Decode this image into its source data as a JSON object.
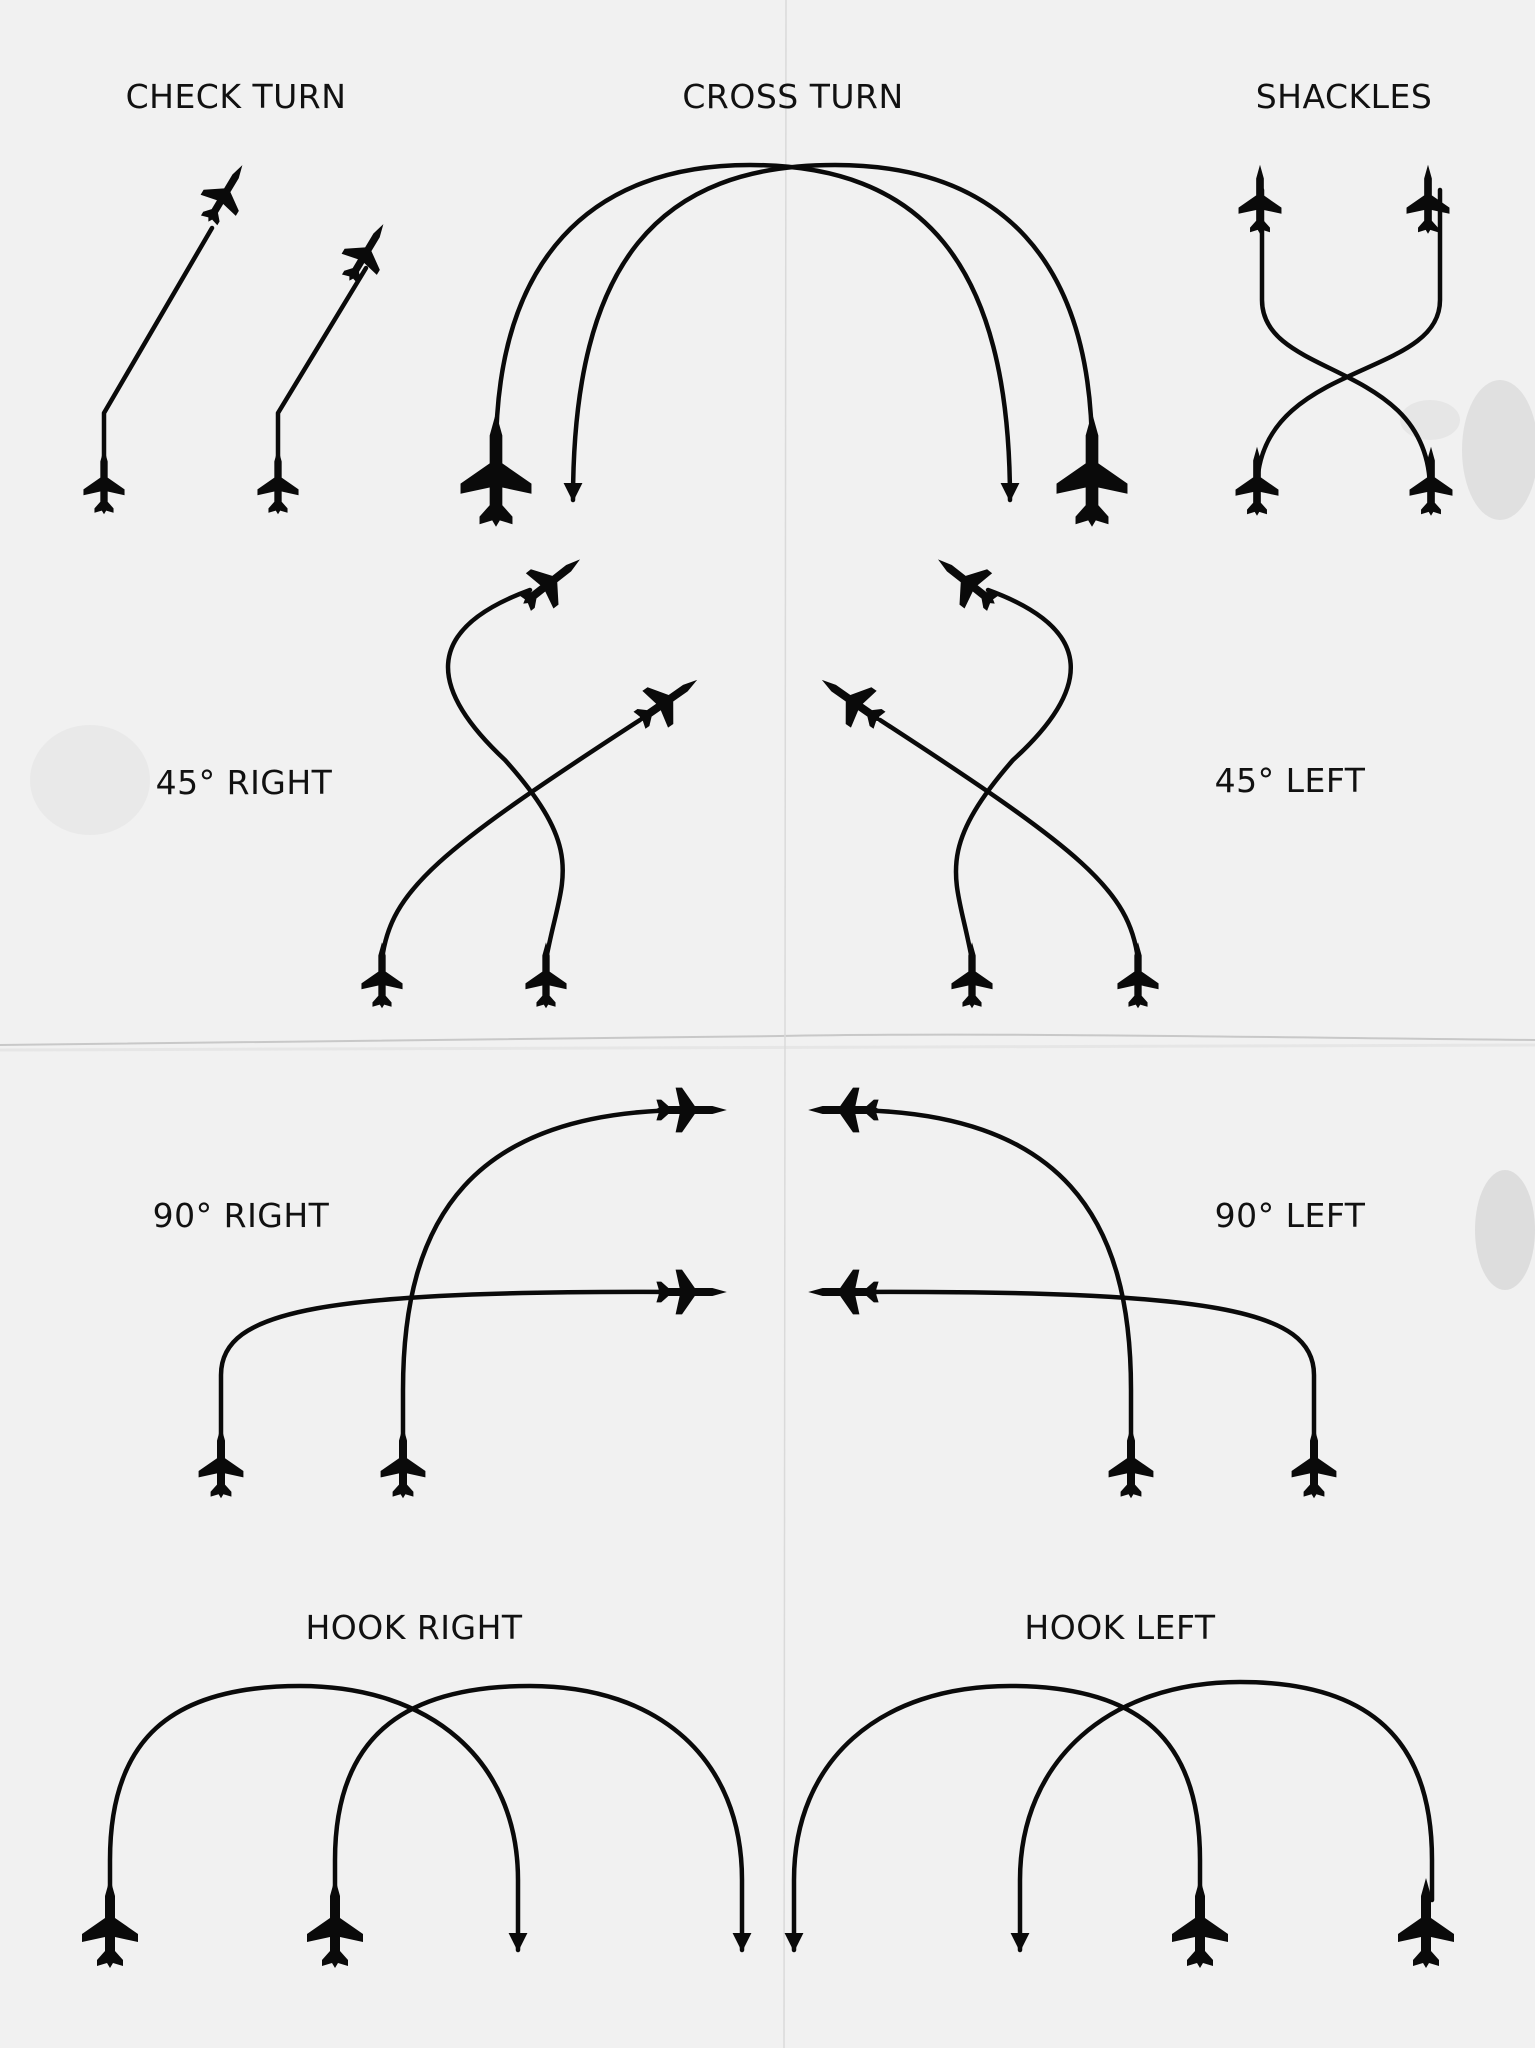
{
  "labels": {
    "check_turn": "CHECK TURN",
    "cross_turn": "CROSS TURN",
    "shackles": "SHACKLES",
    "right_45": "45° RIGHT",
    "left_45": "45° LEFT",
    "right_90": "90° RIGHT",
    "left_90": "90° LEFT",
    "hook_right": "HOOK RIGHT",
    "hook_left": "HOOK LEFT"
  },
  "colors": {
    "ink": "#0a0a0a",
    "paper": "#f1f1f1"
  },
  "icons": {
    "aircraft": "jet-aircraft-icon",
    "arrow": "arrowhead-icon"
  }
}
